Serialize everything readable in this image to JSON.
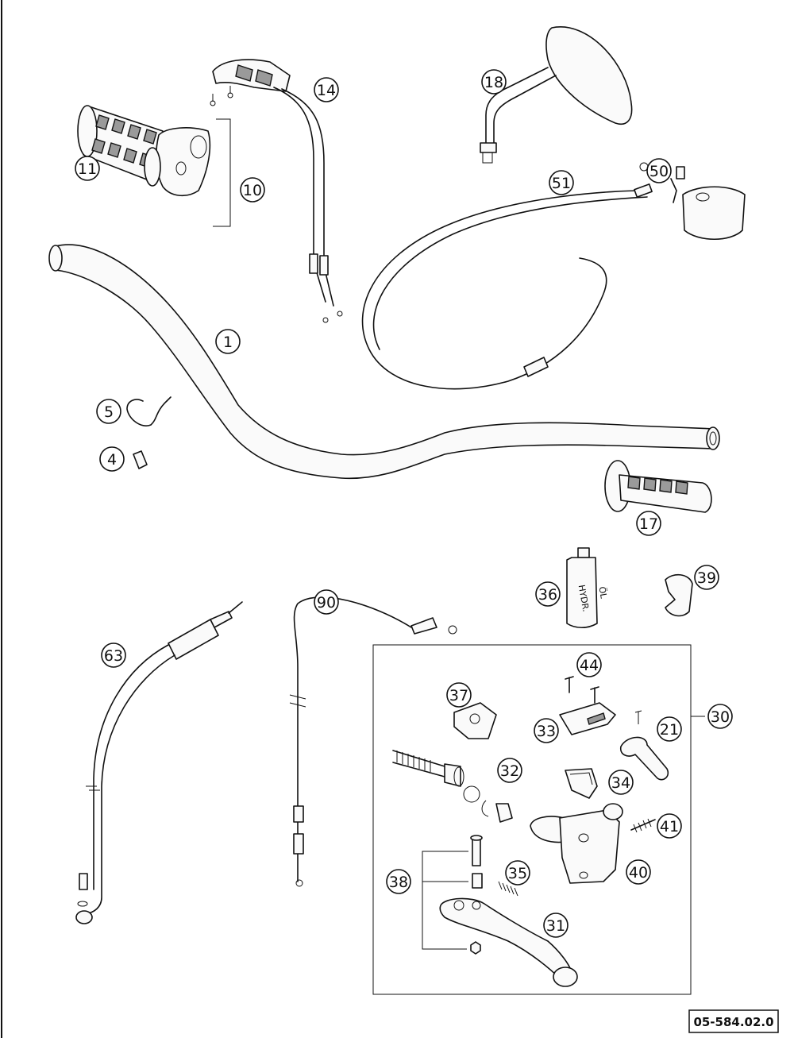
{
  "drawing_number": "05-584.02.0",
  "callouts": [
    "1",
    "4",
    "5",
    "10",
    "11",
    "14",
    "17",
    "18",
    "21",
    "30",
    "31",
    "32",
    "33",
    "34",
    "35",
    "36",
    "37",
    "38",
    "39",
    "40",
    "41",
    "44",
    "50",
    "51",
    "63",
    "90"
  ],
  "bottle_label": [
    "HYDR.",
    "ÖL"
  ]
}
